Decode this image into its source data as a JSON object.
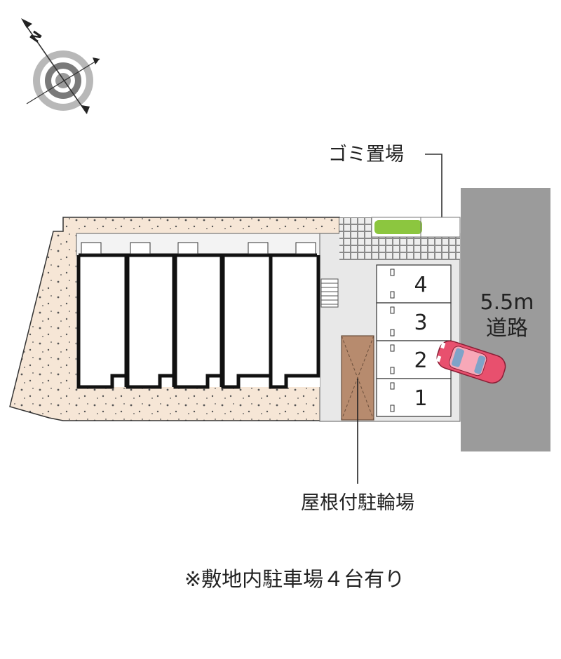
{
  "labels": {
    "garbage": "ゴミ置場",
    "road_width": "5.5m",
    "road": "道路",
    "bicycle_parking": "屋根付駐輪場",
    "parking_note": "※敷地内駐車場４台有り",
    "compass_letter": "N"
  },
  "parking": {
    "spaces": [
      "4",
      "3",
      "2",
      "1"
    ]
  },
  "colors": {
    "ground": "#f6e6d6",
    "road": "#9b9b9b",
    "paving": "#e8e8e8",
    "bike_roof": "#b78b6e",
    "car": "#e8506e",
    "hedge": "#8cc63f"
  },
  "icons": {
    "compass": "compass-rose-icon",
    "car": "car-icon",
    "stairs": "stairs-icon"
  }
}
